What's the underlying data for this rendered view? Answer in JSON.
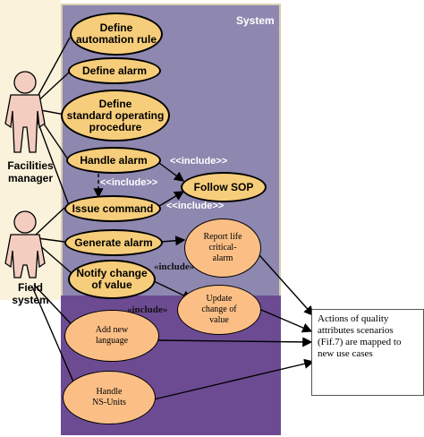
{
  "system": {
    "label": "System"
  },
  "actors": [
    {
      "label": "Facilities\nmanager"
    },
    {
      "label": "Field\nsystem"
    }
  ],
  "use_cases": {
    "define_automation_rule": "Define\nautomation rule",
    "define_alarm": "Define alarm",
    "define_sop": "Define\nstandard operating\nprocedure",
    "handle_alarm": "Handle alarm",
    "follow_sop": "Follow SOP",
    "issue_command": "Issue command",
    "generate_alarm": "Generate alarm",
    "notify_change": "Notify change\nof value",
    "report_life_critical": "Report life\ncritical-\nalarm",
    "update_change": "Update\nchange of\nvalue",
    "add_new_language": "Add new\nlanguage",
    "handle_ns_units": "Handle\nNS-Units"
  },
  "relations": {
    "include_1": "<<include>>",
    "include_2": "<<include>>",
    "include_3": "<<include>>",
    "include_4": "«include»",
    "include_5": "«include»"
  },
  "note": {
    "text": "Actions of quality attributes scenarios (Fif.7) are mapped to new use cases"
  },
  "colors": {
    "system_top": "#8e87b0",
    "system_bottom": "#6d4b93",
    "use_case": "#f6cd7a",
    "new_use_case": "#fbbf86",
    "actor": "#f4cdc1"
  }
}
